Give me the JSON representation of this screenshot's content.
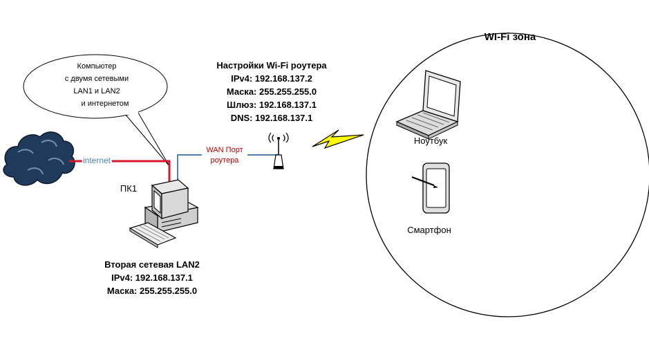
{
  "callout": {
    "lines": [
      "Компьютер",
      "с двумя сетевыми",
      "LAN1 и LAN2",
      "и интернетом"
    ]
  },
  "internet_label": "internet",
  "pc_label": "ПК1",
  "wan_label": [
    "WAN Порт",
    "роутера"
  ],
  "router_settings": {
    "title": "Настройки Wi-Fi роутера",
    "ipv4": "IPv4: 192.168.137.2",
    "mask": "Маска: 255.255.255.0",
    "gateway": "Шлюз: 192.168.137.1",
    "dns": "DNS: 192.168.137.1"
  },
  "lan2": {
    "title": "Вторая сетевая LAN2",
    "ipv4": "IPv4: 192.168.137.1",
    "mask": "Маска: 255.255.255.0"
  },
  "wifi_zone": {
    "title": "WI-Fi зона",
    "laptop_label": "Ноутбук",
    "phone_label": "Смартфон"
  },
  "colors": {
    "internet_line": "#d9142b",
    "lan_line": "#4f81bd",
    "internet_text": "#4f81bd",
    "wan_text": "#c00000",
    "lightning": "#ffff00",
    "cloud": "#1f3a5a"
  }
}
